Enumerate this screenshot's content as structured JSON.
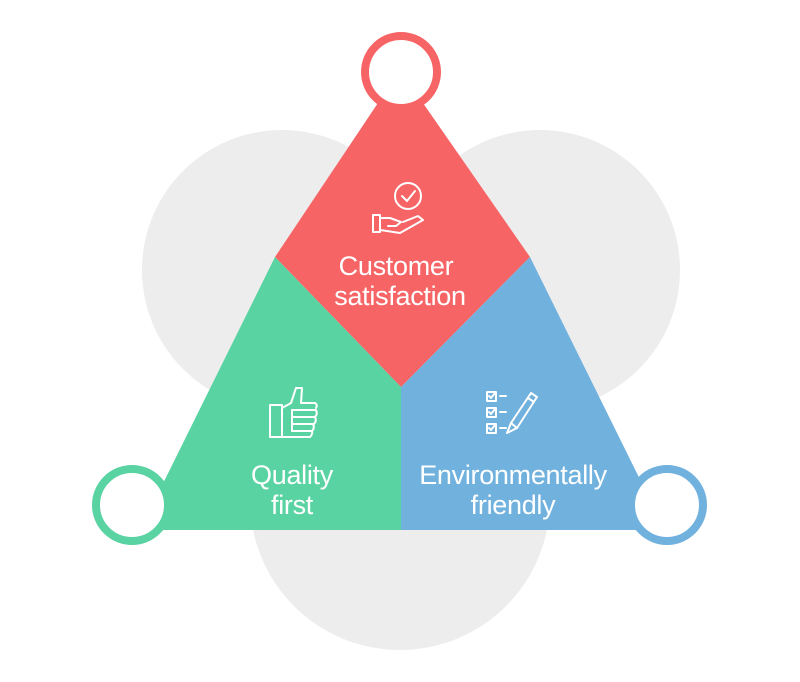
{
  "segments": {
    "top": {
      "line1": "Customer",
      "line2": "satisfaction",
      "icon": "hand-check-icon",
      "color": "#f76466"
    },
    "left": {
      "line1": "Quality",
      "line2": "first",
      "icon": "thumbs-up-icon",
      "color": "#5ad3a2"
    },
    "right": {
      "line1": "Environmentally",
      "line2": "friendly",
      "icon": "checklist-pencil-icon",
      "color": "#70b1de"
    }
  },
  "background_circle_color": "#ededed"
}
